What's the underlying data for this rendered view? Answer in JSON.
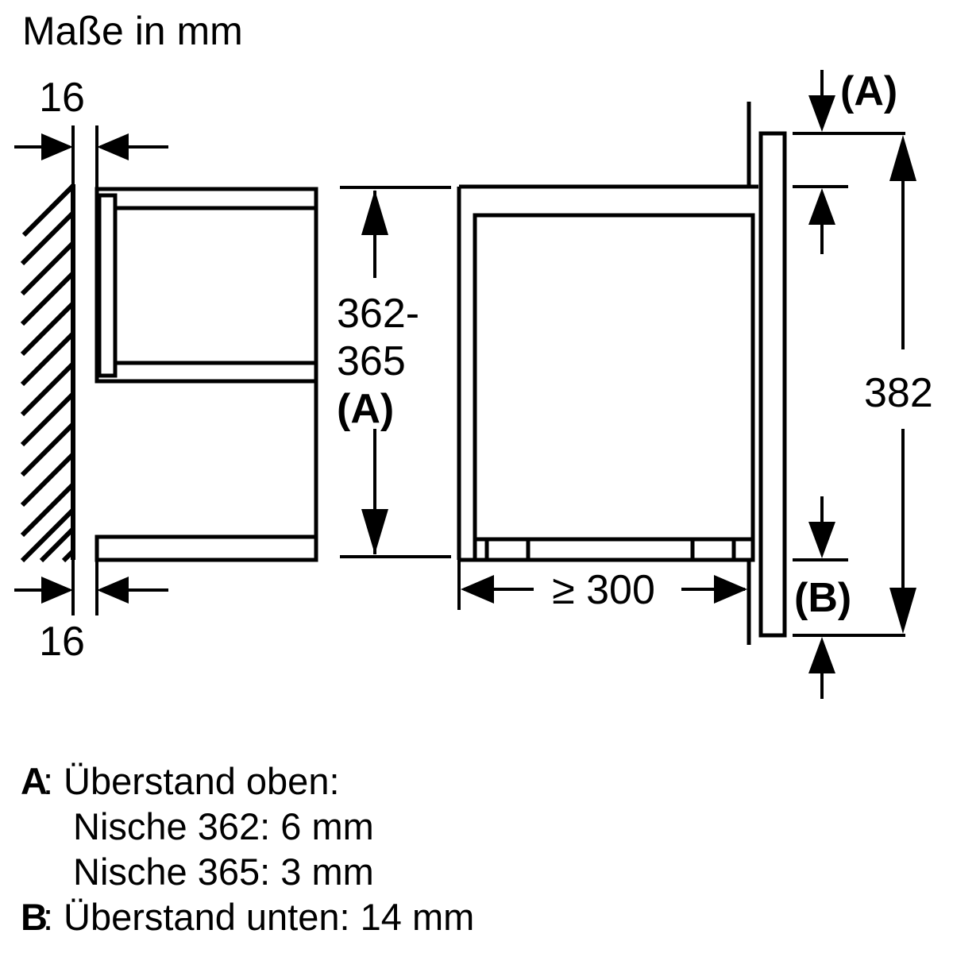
{
  "drawing": {
    "title": "Maße in mm",
    "units": "mm",
    "type": "technical-installation-diagram",
    "views": [
      {
        "name": "side-section-left",
        "description": "Niche side section against wall"
      },
      {
        "name": "front-section-right",
        "description": "Appliance in niche with door panel"
      }
    ]
  },
  "dimensions": {
    "top_left_gap": "16",
    "bottom_left_gap": "16",
    "niche_height": "362-\n365",
    "niche_height_line1": "362-",
    "niche_height_line2": "365",
    "niche_height_ref": "(A)",
    "niche_depth": "≥ 300",
    "appliance_height": "382",
    "overhang_top_ref": "(A)",
    "overhang_bottom_ref": "(B)"
  },
  "legend": {
    "rows": [
      {
        "key": "A",
        "sep": ": ",
        "text": "Überstand oben:"
      },
      {
        "key": "",
        "sep": "",
        "text": "Nische 362: 6 mm"
      },
      {
        "key": "",
        "sep": "",
        "text": "Nische 365: 3 mm"
      },
      {
        "key": "B",
        "sep": ": ",
        "text": "Überstand unten: 14 mm"
      }
    ],
    "a_key": "A",
    "a_colon": ":",
    "a_line1": "Überstand oben:",
    "a_line2": "Nische 362: 6 mm",
    "a_line3": "Nische 365: 3 mm",
    "b_key": "B",
    "b_colon": ":",
    "b_line1": "Überstand unten: 14 mm"
  },
  "colors": {
    "line": "#000000",
    "background": "#ffffff"
  }
}
